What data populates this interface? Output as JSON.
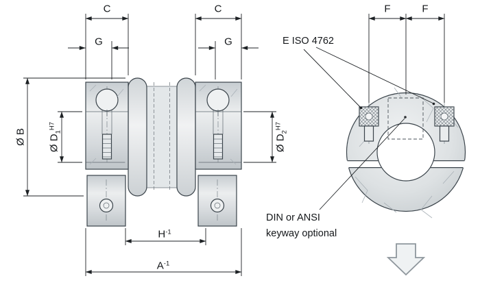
{
  "colors": {
    "line": "#3a434a",
    "dimension": "#1d2124",
    "metal_light": "#eceeef",
    "metal_dark": "#c3c9cd",
    "background": "#ffffff"
  },
  "side_view": {
    "dims": {
      "c_left": "C",
      "c_right": "C",
      "g_left": "G",
      "g_right": "G",
      "b": "Ø B",
      "d1": {
        "main": "Ø D",
        "sub": "1",
        "sup": "H7"
      },
      "d2": {
        "main": "Ø D",
        "sub": "2",
        "sup": "H7"
      },
      "h": {
        "main": "H",
        "sup": "-1"
      },
      "a": {
        "main": "A",
        "sup": "-1"
      }
    }
  },
  "front_view": {
    "dims": {
      "f_left": "F",
      "f_right": "F"
    },
    "notes": {
      "screw_spec": "E ISO 4762",
      "keyway_line1": "DIN or ANSI",
      "keyway_line2": "keyway optional"
    }
  }
}
